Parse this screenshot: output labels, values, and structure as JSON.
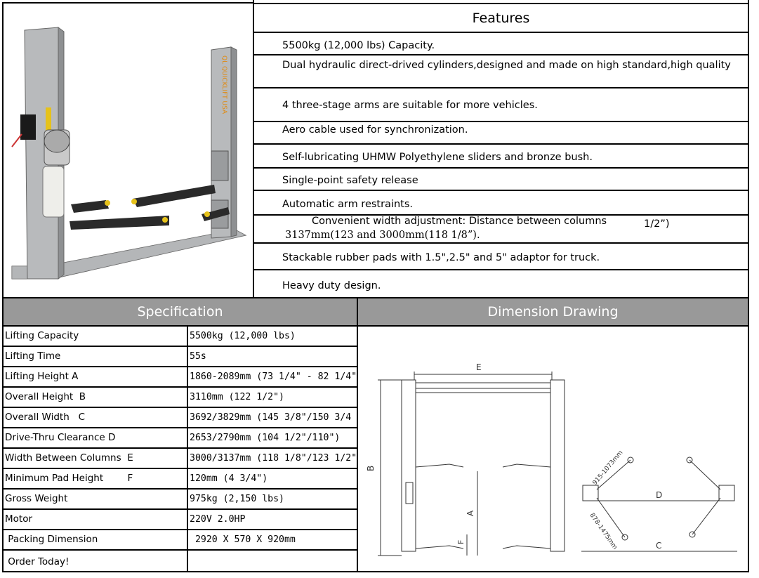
{
  "features": {
    "title": "Features",
    "items": [
      "5500kg (12,000 lbs) Capacity.",
      "Dual hydraulic direct-drived cylinders,designed and made on high standard,high quality",
      "4 three-stage arms are suitable for more vehicles.",
      "Aero cable used for synchronization.",
      "Self-lubricating UHMW Polyethylene sliders and bronze bush.",
      "Single-point safety release",
      "Automatic arm restraints.",
      "Stackable rubber pads with 1.5\",2.5\" and 5\" adaptor for truck.",
      "Heavy duty design."
    ],
    "width_adjust": {
      "line1": "Convenient width adjustment: Distance between columns",
      "line1_tail": "1/2”)",
      "line2": "3137mm(123 and 3000mm(118 1/8”)."
    }
  },
  "lift_photo": {
    "brand_text": "QL QUICKLIFT USA"
  },
  "spec": {
    "title": "Specification",
    "rows": [
      {
        "label": "Lifting Capacity",
        "value": "5500kg (12,000 lbs)"
      },
      {
        "label": "Lifting Time",
        "value": "55s"
      },
      {
        "label": "Lifting Height A",
        "value": "1860-2089mm (73 1/4\" - 82 1/4\""
      },
      {
        "label": "Overall Height  B",
        "value": "3110mm (122 1/2\")"
      },
      {
        "label": "Overall Width   C",
        "value": "3692/3829mm (145 3/8\"/150 3/4"
      },
      {
        "label": "Drive-Thru Clearance D",
        "value": "2653/2790mm (104 1/2\"/110\")"
      },
      {
        "label": "Width Between Columns  E",
        "value": "3000/3137mm (118 1/8\"/123 1/2\""
      },
      {
        "label": "Minimum Pad Height        F",
        "value": "120mm (4 3/4\")"
      },
      {
        "label": "Gross Weight",
        "value": "975kg (2,150 lbs)"
      },
      {
        "label": "Motor",
        "value": "220V 2.0HP"
      },
      {
        "label": " Packing Dimension",
        "value": " 2920 X 570 X 920mm"
      },
      {
        "label": " Order Today!",
        "value": ""
      }
    ]
  },
  "dimension": {
    "title": "Dimension Drawing",
    "labels": {
      "E": "E",
      "B": "B",
      "A": "A",
      "F": "F",
      "D": "D",
      "C": "C",
      "arm1": "915-1073mm",
      "arm2": "878-1475mm"
    }
  },
  "colors": {
    "header_bg": "#999999",
    "lift_gray": "#b8babc",
    "arm_dark": "#2a2a2a"
  }
}
